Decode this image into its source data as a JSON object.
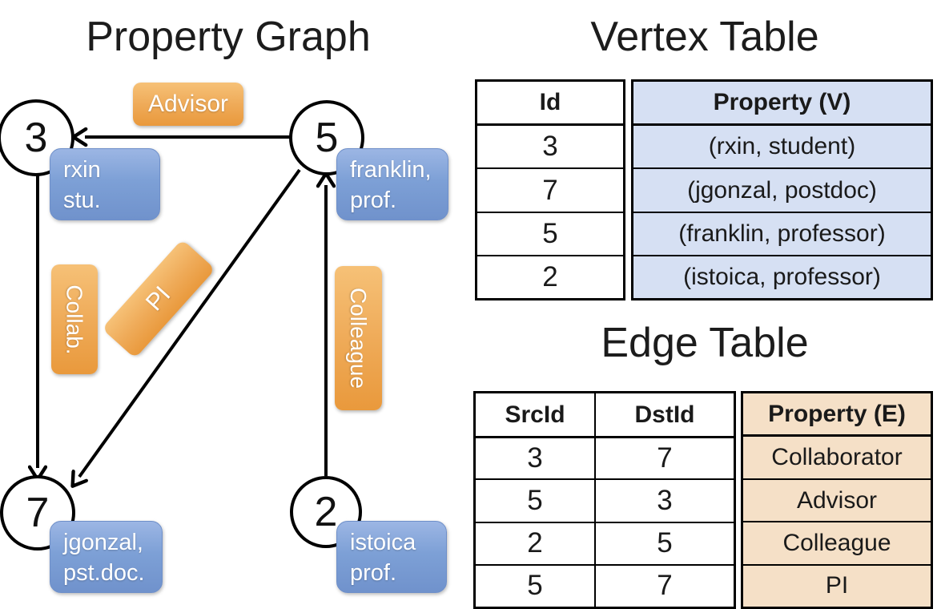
{
  "graph": {
    "title": "Property Graph",
    "vertices": [
      {
        "id": "3",
        "prop_line1": "rxin",
        "prop_line2": "stu."
      },
      {
        "id": "5",
        "prop_line1": "franklin,",
        "prop_line2": "prof."
      },
      {
        "id": "7",
        "prop_line1": "jgonzal,",
        "prop_line2": "pst.doc."
      },
      {
        "id": "2",
        "prop_line1": "istoica",
        "prop_line2": "prof."
      }
    ],
    "edges": [
      {
        "src": "5",
        "dst": "3",
        "label": "Advisor"
      },
      {
        "src": "3",
        "dst": "7",
        "label": "Collab."
      },
      {
        "src": "5",
        "dst": "7",
        "label": "PI"
      },
      {
        "src": "2",
        "dst": "5",
        "label": "Colleague"
      }
    ]
  },
  "vertex_table": {
    "title": "Vertex Table",
    "columns": [
      "Id",
      "Property (V)"
    ],
    "rows": [
      [
        "3",
        "(rxin, student)"
      ],
      [
        "7",
        "(jgonzal, postdoc)"
      ],
      [
        "5",
        "(franklin, professor)"
      ],
      [
        "2",
        "(istoica, professor)"
      ]
    ]
  },
  "edge_table": {
    "title": "Edge Table",
    "columns": [
      "SrcId",
      "DstId",
      "Property (E)"
    ],
    "rows": [
      [
        "3",
        "7",
        "Collaborator"
      ],
      [
        "5",
        "3",
        "Advisor"
      ],
      [
        "2",
        "5",
        "Colleague"
      ],
      [
        "5",
        "7",
        "PI"
      ]
    ]
  },
  "colors": {
    "edge_label_orange": "#e9993c",
    "vertex_label_blue": "#7092cc",
    "vertex_table_fill": "#d6e0f3",
    "edge_table_fill": "#f5e0c7",
    "line_black": "#000000"
  }
}
